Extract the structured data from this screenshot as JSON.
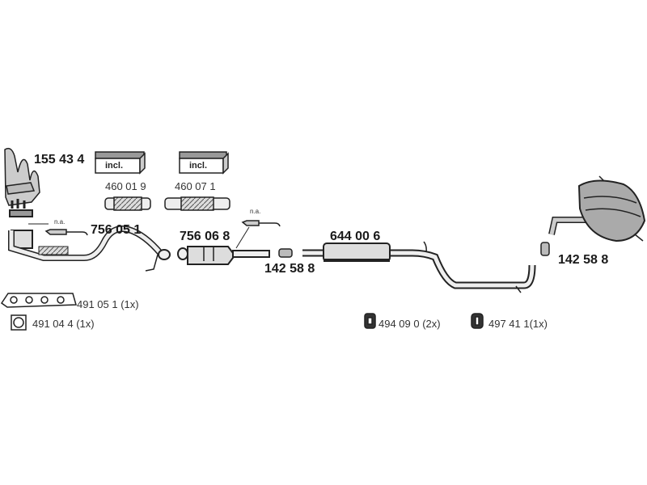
{
  "parts": {
    "manifold": {
      "number": "155 43 4"
    },
    "clamp_kit_1": {
      "tag": "incl.",
      "number": "460 01 9"
    },
    "clamp_kit_2": {
      "tag": "incl.",
      "number": "460 07 1"
    },
    "front_pipe": {
      "number": "756 05 1",
      "sensor_note": "n.a."
    },
    "catalyst": {
      "number": "756 06 8",
      "sensor_note": "n.a."
    },
    "clamp_front": {
      "number": "142 58 8"
    },
    "middle_silencer": {
      "number": "644 00 6"
    },
    "clamp_rear": {
      "number": "142 58 8"
    },
    "gasket_manifold": {
      "number": "491 05 1 (1x)"
    },
    "gasket_flange": {
      "number": "491 04 4 (1x)"
    },
    "rubber_mount_1": {
      "number": "494 09 0 (2x)"
    },
    "rubber_mount_2": {
      "number": "497 41 1(1x)"
    }
  }
}
